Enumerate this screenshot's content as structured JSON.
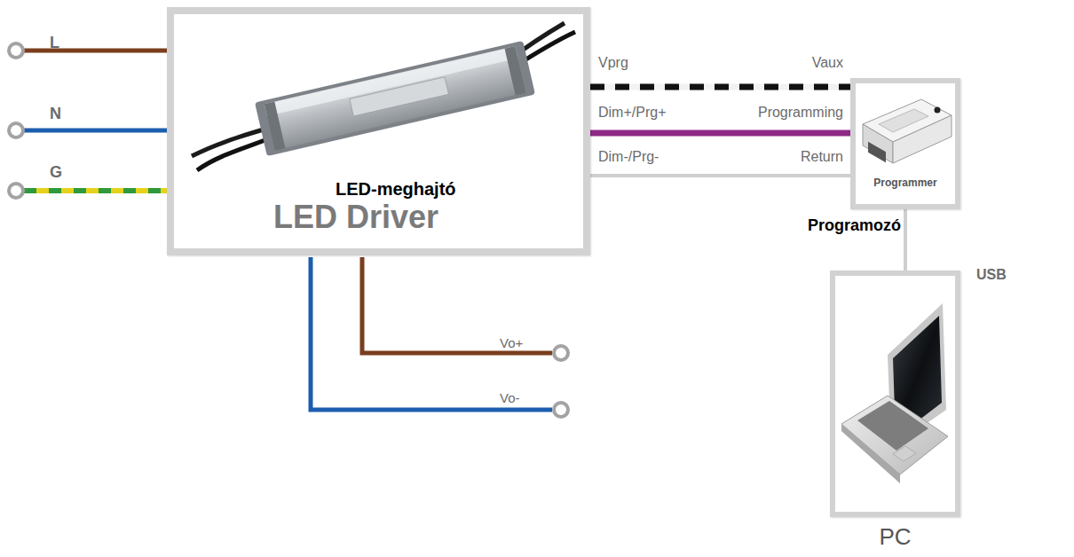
{
  "diagram": {
    "nodes": [
      {
        "text": [
          "LED-meghajtó",
          "LED Driver"
        ]
      },
      {
        "text": [
          "Programmer",
          "Programozó"
        ]
      },
      {
        "text": [
          "PC"
        ]
      }
    ],
    "edges": [
      {
        "from": 0,
        "to": 1,
        "arrow": "none"
      },
      {
        "from": 0,
        "to": 1,
        "arrow": "none"
      },
      {
        "from": 0,
        "to": 1,
        "arrow": "none"
      },
      {
        "from": 1,
        "to": 2,
        "label": "USB",
        "arrow": "none"
      }
    ],
    "labels": [
      "L",
      "N",
      "G",
      "Vo+",
      "Vo-",
      "Vprg",
      "Vaux",
      "Dim+/Prg+",
      "Programming",
      "Dim-/Prg-",
      "Return"
    ]
  }
}
